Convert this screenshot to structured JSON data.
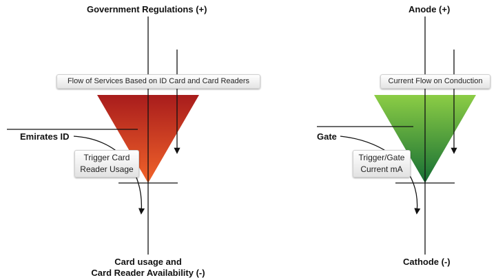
{
  "left": {
    "top_label": "Government Regulations (+)",
    "side_label": "Emirates ID",
    "banner": "Flow of Services Based on ID Card and Card Readers",
    "note_lines": [
      "Trigger Card",
      "Reader Usage"
    ],
    "bottom_lines": [
      "Card usage and",
      "Card Reader Availability (-)"
    ],
    "colors": {
      "triangle_top": "#a81c1c",
      "triangle_bottom": "#f2642a"
    }
  },
  "right": {
    "top_label": "Anode (+)",
    "side_label": "Gate",
    "banner": "Current Flow on Conduction",
    "note_lines": [
      "Trigger/Gate",
      "Current mA"
    ],
    "bottom_label": "Cathode (-)",
    "colors": {
      "triangle_top": "#8ccd45",
      "triangle_bottom": "#156e34"
    }
  },
  "line_color": "#111111"
}
